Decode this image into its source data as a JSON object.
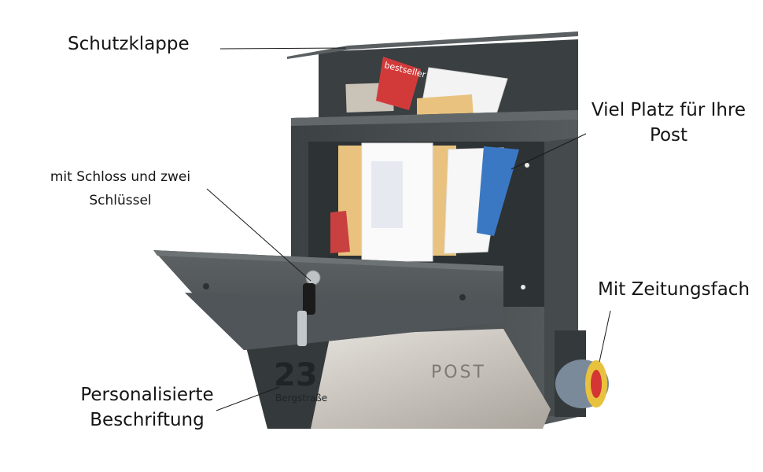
{
  "callouts": {
    "protective_flap": "Schutzklappe",
    "space_line1": "Viel Platz für Ihre",
    "space_line2": "Post",
    "lock_line1": "mit Schloss und zwei",
    "lock_line2": "Schlüssel",
    "newspaper_compartment": "Mit Zeitungsfach",
    "personalized_line1": "Personalisierte",
    "personalized_line2": "Beschriftung"
  },
  "mailbox": {
    "house_number": "23",
    "street_name": "Bergstraße",
    "panel_text": "POST",
    "magazine_label": "bestseller"
  },
  "colors": {
    "body_anthracite": "#4d5254",
    "body_dark": "#34393b",
    "stainless_steel": "#cfcac3",
    "envelope_kraft": "#e8c27e"
  }
}
